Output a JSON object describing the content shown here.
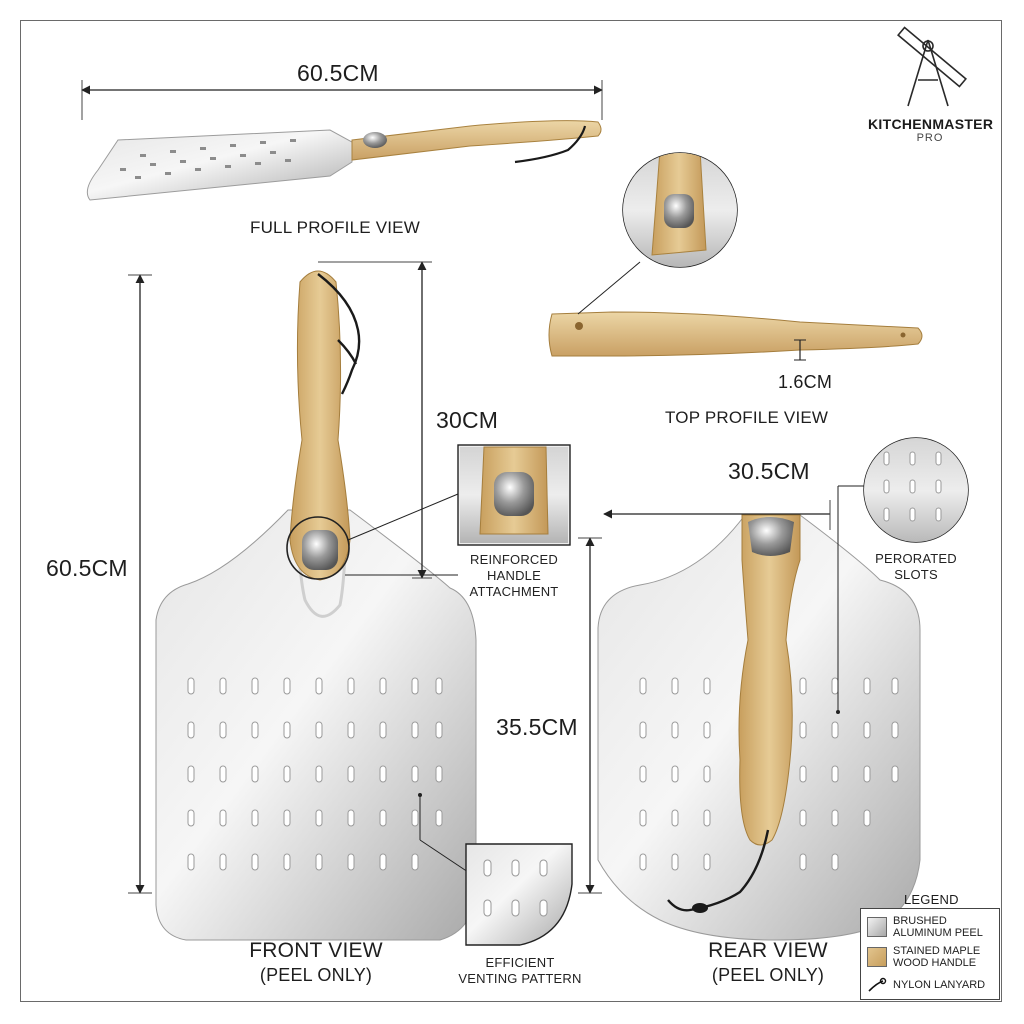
{
  "dimensions": {
    "overall_length": "60.5CM",
    "side_length": "60.5CM",
    "handle_length": "30CM",
    "handle_thickness": "1.6CM",
    "peel_width": "30.5CM",
    "peel_length": "35.5CM"
  },
  "views": {
    "full_profile": "FULL PROFILE VIEW",
    "top_profile": "TOP PROFILE VIEW",
    "front_line1": "FRONT VIEW",
    "front_line2": "(PEEL ONLY)",
    "rear_line1": "REAR VIEW",
    "rear_line2": "(PEEL ONLY)"
  },
  "callouts": {
    "reinforced": [
      "REINFORCED",
      "HANDLE",
      "ATTACHMENT"
    ],
    "perforated": [
      "PERORATED",
      "SLOTS"
    ],
    "venting": [
      "EFFICIENT",
      "VENTING PATTERN"
    ]
  },
  "brand": {
    "name": "KITCHENMASTER",
    "sub": "PRO",
    "icon": "compass-ruler-icon"
  },
  "legend": {
    "title": "LEGEND",
    "items": [
      {
        "label_line1": "BRUSHED",
        "label_line2": "ALUMINUM PEEL",
        "swatch": "#c0c0c0"
      },
      {
        "label_line1": "STAINED MAPLE",
        "label_line2": "WOOD HANDLE",
        "swatch": "#d6b47a"
      },
      {
        "label_line1": "NYLON LANYARD",
        "label_line2": "",
        "swatch": "#222222"
      }
    ]
  },
  "colors": {
    "aluminum": "#c9c9c9",
    "wood": "#dcbd85",
    "lanyard": "#1a1a1a",
    "lines": "#333333"
  }
}
